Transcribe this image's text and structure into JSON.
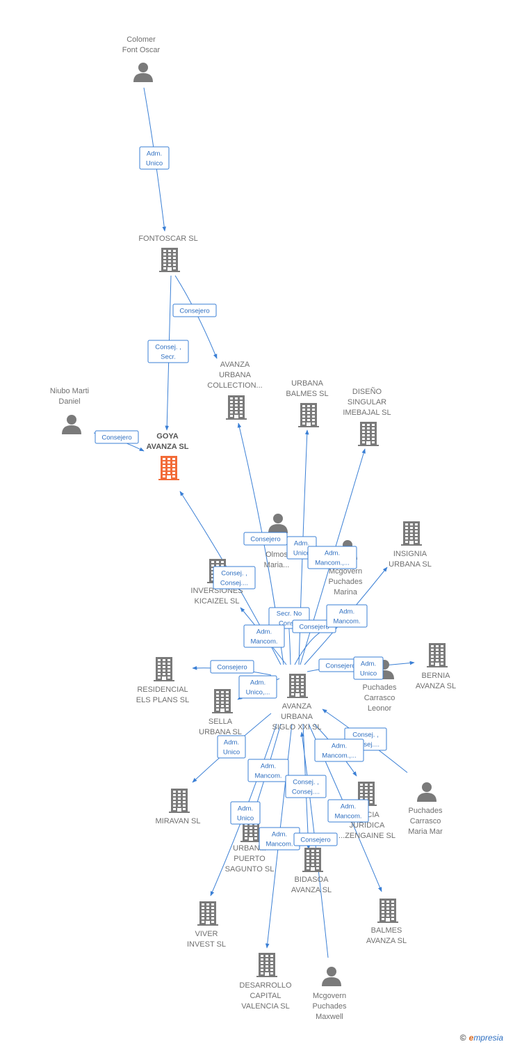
{
  "colors": {
    "edge": "#3a7fd5",
    "building": "#7a7a7a",
    "focus": "#f26b38",
    "person": "#7a7a7a"
  },
  "brand": {
    "copyright": "©",
    "e": "e",
    "rest": "mpresia"
  },
  "nodes": [
    {
      "id": "colomer",
      "kind": "person",
      "lines": [
        "Colomer",
        "Font Oscar"
      ]
    },
    {
      "id": "fontoscar",
      "kind": "company",
      "lines": [
        "FONTOSCAR SL"
      ]
    },
    {
      "id": "niubo",
      "kind": "person",
      "lines": [
        "Niubo Marti",
        "Daniel"
      ]
    },
    {
      "id": "goya",
      "kind": "company",
      "focus": true,
      "lines": [
        "GOYA",
        "AVANZA  SL"
      ]
    },
    {
      "id": "avanza_coll",
      "kind": "company",
      "lines": [
        "AVANZA",
        "URBANA",
        "COLLECTION..."
      ]
    },
    {
      "id": "urbana_balmes",
      "kind": "company",
      "lines": [
        "URBANA",
        "BALMES  SL"
      ]
    },
    {
      "id": "diseno",
      "kind": "company",
      "lines": [
        "DISEÑO",
        "SINGULAR",
        "IMEBAJAL  SL"
      ]
    },
    {
      "id": "insignia",
      "kind": "company",
      "lines": [
        "INSIGNIA",
        "URBANA  SL"
      ]
    },
    {
      "id": "olmos",
      "kind": "person",
      "lines": [
        "Olmos",
        "Maria..."
      ]
    },
    {
      "id": "mcgovern_marina",
      "kind": "person",
      "lines": [
        "Mcgovern",
        "Puchades",
        "Marina"
      ]
    },
    {
      "id": "kicaizel",
      "kind": "company",
      "lines": [
        "INVERSIONES",
        "KICAIZEL  SL"
      ]
    },
    {
      "id": "residencial",
      "kind": "company",
      "lines": [
        "RESIDENCIAL",
        "ELS PLANS  SL"
      ]
    },
    {
      "id": "sella",
      "kind": "company",
      "lines": [
        "SELLA",
        "URBANA  SL"
      ]
    },
    {
      "id": "central",
      "kind": "company",
      "lines": [
        "AVANZA",
        "URBANA",
        "SIGLO XXI SL"
      ]
    },
    {
      "id": "leonor",
      "kind": "person",
      "lines": [
        "Puchades",
        "Carrasco",
        "Leonor"
      ]
    },
    {
      "id": "bernia",
      "kind": "company",
      "lines": [
        "BERNIA",
        "AVANZA  SL"
      ]
    },
    {
      "id": "miravan",
      "kind": "company",
      "lines": [
        "MIRAVAN  SL"
      ]
    },
    {
      "id": "juridica",
      "kind": "company",
      "lines": [
        "...NCIA",
        "JURIDICA",
        "...ZENGAINE  SL"
      ]
    },
    {
      "id": "mariamar",
      "kind": "person",
      "lines": [
        "Puchades",
        "Carrasco",
        "Maria Mar"
      ]
    },
    {
      "id": "puerto",
      "kind": "company",
      "lines": [
        "URBAN...",
        "PUERTO",
        "SAGUNTO  SL"
      ]
    },
    {
      "id": "bidasoa",
      "kind": "company",
      "lines": [
        "BIDASOA",
        "AVANZA  SL"
      ]
    },
    {
      "id": "viver",
      "kind": "company",
      "lines": [
        "VIVER",
        "INVEST  SL"
      ]
    },
    {
      "id": "balmes_avanza",
      "kind": "company",
      "lines": [
        "BALMES",
        "AVANZA  SL"
      ]
    },
    {
      "id": "desarrollo",
      "kind": "company",
      "lines": [
        "DESARROLLO",
        "CAPITAL",
        "VALENCIA  SL"
      ]
    },
    {
      "id": "maxwell",
      "kind": "person",
      "lines": [
        "Mcgovern",
        "Puchades",
        "Maxwell"
      ]
    }
  ],
  "edges": [
    {
      "id": "e1",
      "label": [
        "Adm.",
        "Unico"
      ]
    },
    {
      "id": "e2",
      "label": [
        "Consejero"
      ]
    },
    {
      "id": "e3",
      "label": [
        "Consej. ,",
        "Secr."
      ]
    },
    {
      "id": "e4",
      "label": [
        "Consejero"
      ]
    },
    {
      "id": "e5",
      "label": [
        "Consejero"
      ]
    },
    {
      "id": "e6",
      "label": [
        "Adm.",
        "Unico"
      ]
    },
    {
      "id": "e7",
      "label": [
        "Adm.",
        "Mancom.,..."
      ]
    },
    {
      "id": "e8",
      "label": [
        "Consej. ,",
        "Consej...."
      ]
    },
    {
      "id": "e9",
      "label": [
        "Secr.  No",
        "Cons..."
      ]
    },
    {
      "id": "e10",
      "label": [
        "Adm.",
        "Mancom."
      ]
    },
    {
      "id": "e11",
      "label": [
        "Consejero"
      ]
    },
    {
      "id": "e12",
      "label": [
        "Adm.",
        "Mancom."
      ]
    },
    {
      "id": "e13",
      "label": [
        "Consejero"
      ]
    },
    {
      "id": "e14",
      "label": [
        "Adm.",
        "Unico,..."
      ]
    },
    {
      "id": "e15",
      "label": [
        "Consejero"
      ]
    },
    {
      "id": "e16",
      "label": [
        "Adm.",
        "Unico"
      ]
    },
    {
      "id": "e17",
      "label": [
        "Adm.",
        "Unico"
      ]
    },
    {
      "id": "e18",
      "label": [
        "Consej. ,",
        "Consej...."
      ]
    },
    {
      "id": "e19",
      "label": [
        "Adm.",
        "Mancom.,..."
      ]
    },
    {
      "id": "e20",
      "label": [
        "Adm.",
        "Mancom."
      ]
    },
    {
      "id": "e21",
      "label": [
        "Consej. ,",
        "Consej...."
      ]
    },
    {
      "id": "e22",
      "label": [
        "Adm.",
        "Unico"
      ]
    },
    {
      "id": "e23",
      "label": [
        "Adm.",
        "Mancom."
      ]
    },
    {
      "id": "e24",
      "label": [
        "Adm.",
        "Mancom."
      ]
    },
    {
      "id": "e25",
      "label": [
        "Consejero"
      ]
    }
  ]
}
